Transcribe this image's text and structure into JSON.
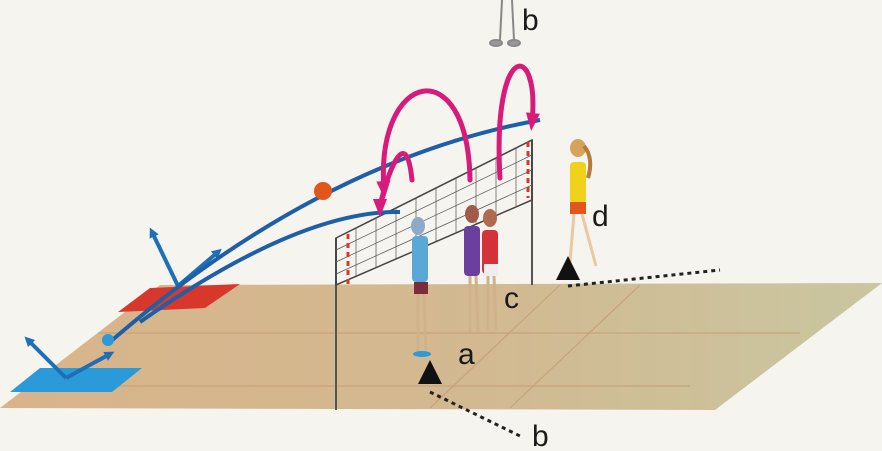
{
  "labels": {
    "top": "b",
    "net_player_front": "a",
    "net_player_back": "c",
    "right_player": "d",
    "bottom": "b"
  },
  "colors": {
    "background": "#f6f4ef",
    "court": "#d9b48a",
    "court_far": "#c9c6a0",
    "ball_path": "#1f5fa8",
    "jump_arrow": "#d81b7a",
    "net": "#333333",
    "ball": "#e2561c",
    "launch_pad_red": "#d8382b",
    "launch_pad_blue": "#2b9ad8",
    "movement_arrow": "#1d6fb8"
  }
}
